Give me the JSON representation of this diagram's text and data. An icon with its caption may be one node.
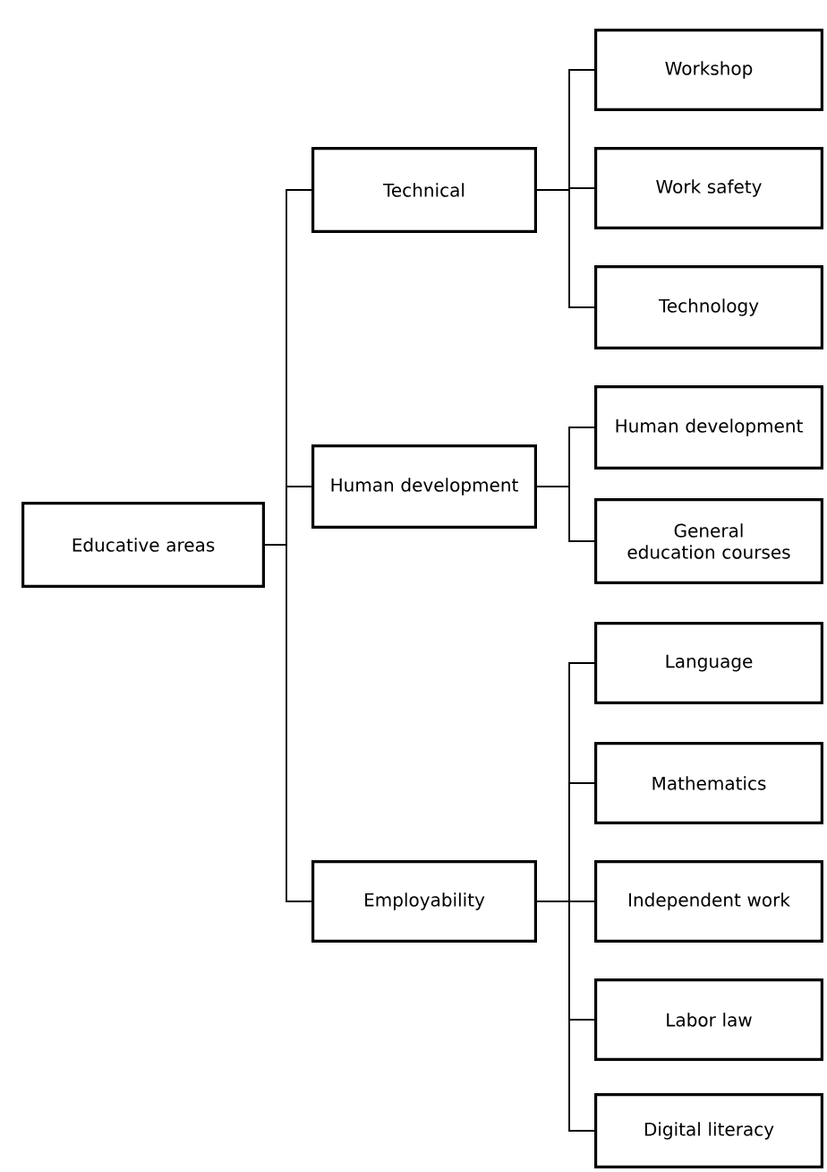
{
  "diagram": {
    "nodes": [
      {
        "text": [
          "Educative areas"
        ]
      },
      {
        "text": [
          "Technical"
        ]
      },
      {
        "text": [
          "Human development"
        ]
      },
      {
        "text": [
          "Employability"
        ]
      },
      {
        "text": [
          "Workshop"
        ]
      },
      {
        "text": [
          "Work safety"
        ]
      },
      {
        "text": [
          "Technology"
        ]
      },
      {
        "text": [
          "Human development"
        ]
      },
      {
        "text": [
          "General education courses"
        ]
      },
      {
        "text": [
          "Language"
        ]
      },
      {
        "text": [
          "Mathematics"
        ]
      },
      {
        "text": [
          "Independent work"
        ]
      },
      {
        "text": [
          "Labor law"
        ]
      },
      {
        "text": [
          "Digital literacy"
        ]
      }
    ],
    "edges": [
      {
        "from": 0,
        "to": 1,
        "arrow": "none"
      },
      {
        "from": 0,
        "to": 2,
        "arrow": "none"
      },
      {
        "from": 0,
        "to": 3,
        "arrow": "none"
      },
      {
        "from": 1,
        "to": 4,
        "arrow": "none"
      },
      {
        "from": 1,
        "to": 5,
        "arrow": "none"
      },
      {
        "from": 1,
        "to": 6,
        "arrow": "none"
      },
      {
        "from": 2,
        "to": 7,
        "arrow": "none"
      },
      {
        "from": 2,
        "to": 8,
        "arrow": "none"
      },
      {
        "from": 3,
        "to": 9,
        "arrow": "none"
      },
      {
        "from": 3,
        "to": 10,
        "arrow": "none"
      },
      {
        "from": 3,
        "to": 11,
        "arrow": "none"
      },
      {
        "from": 3,
        "to": 12,
        "arrow": "none"
      },
      {
        "from": 3,
        "to": 13,
        "arrow": "none"
      }
    ]
  }
}
